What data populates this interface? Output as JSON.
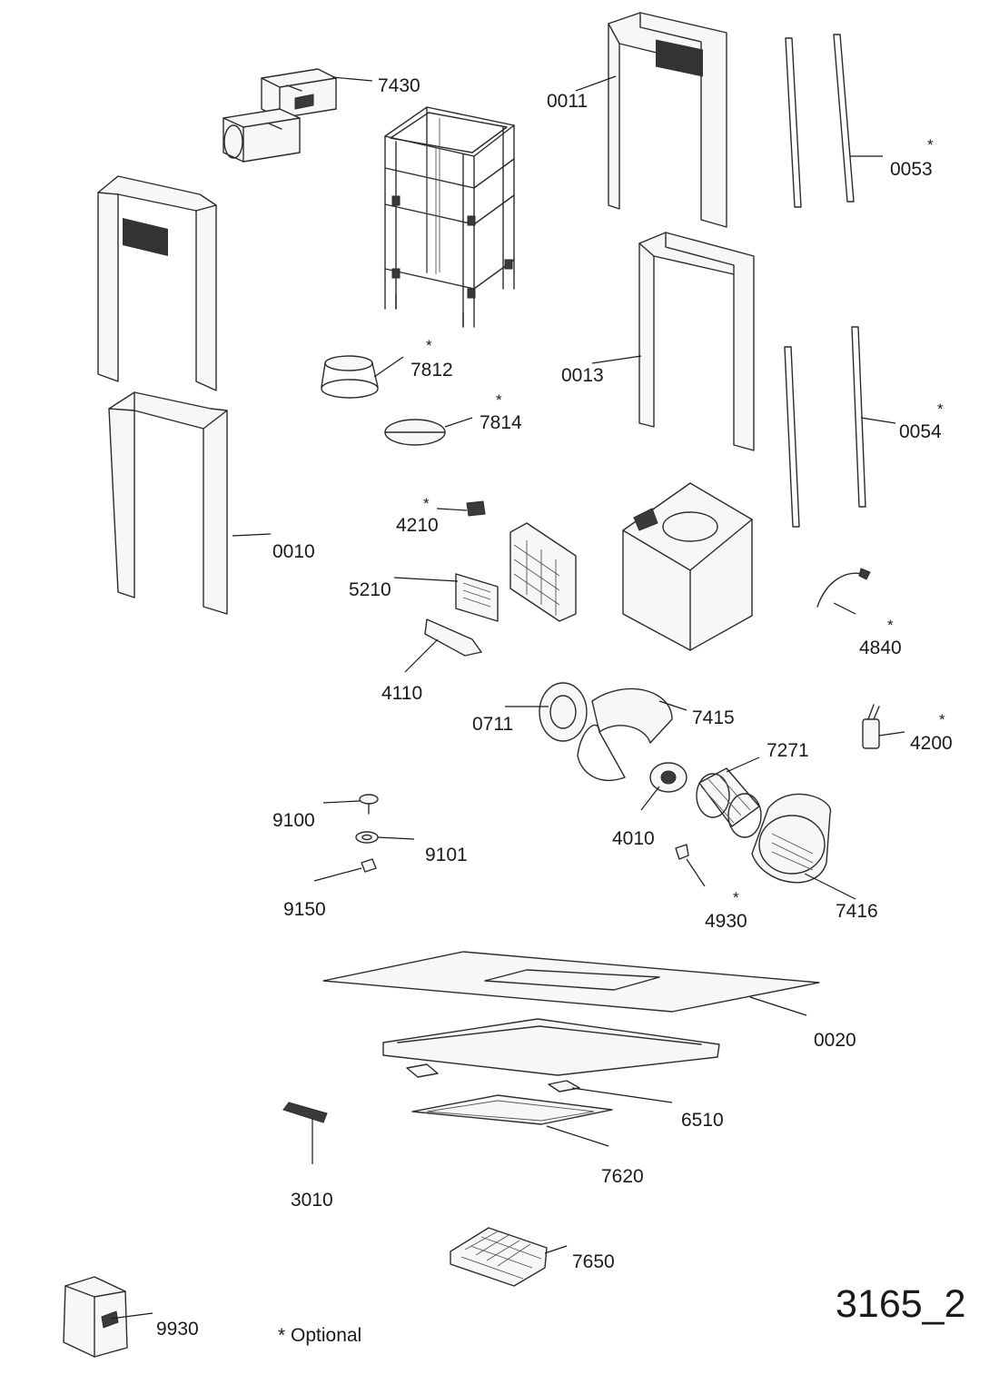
{
  "parts": [
    {
      "id": "p7430",
      "label": "7430",
      "optional": false
    },
    {
      "id": "p0011",
      "label": "0011",
      "optional": false
    },
    {
      "id": "p0053",
      "label": "0053",
      "optional": true
    },
    {
      "id": "p7812",
      "label": "7812",
      "optional": true
    },
    {
      "id": "p0013",
      "label": "0013",
      "optional": false
    },
    {
      "id": "p7814",
      "label": "7814",
      "optional": true
    },
    {
      "id": "p0054",
      "label": "0054",
      "optional": true
    },
    {
      "id": "p4210",
      "label": "4210",
      "optional": true
    },
    {
      "id": "p0010",
      "label": "0010",
      "optional": false
    },
    {
      "id": "p5210",
      "label": "5210",
      "optional": false
    },
    {
      "id": "p4840",
      "label": "4840",
      "optional": true
    },
    {
      "id": "p4110",
      "label": "4110",
      "optional": false
    },
    {
      "id": "p0711",
      "label": "0711",
      "optional": false
    },
    {
      "id": "p7415",
      "label": "7415",
      "optional": false
    },
    {
      "id": "p4200",
      "label": "4200",
      "optional": true
    },
    {
      "id": "p7271",
      "label": "7271",
      "optional": false
    },
    {
      "id": "p9100",
      "label": "9100",
      "optional": false
    },
    {
      "id": "p4010",
      "label": "4010",
      "optional": false
    },
    {
      "id": "p9101",
      "label": "9101",
      "optional": false
    },
    {
      "id": "p9150",
      "label": "9150",
      "optional": false
    },
    {
      "id": "p4930",
      "label": "4930",
      "optional": true
    },
    {
      "id": "p7416",
      "label": "7416",
      "optional": false
    },
    {
      "id": "p0020",
      "label": "0020",
      "optional": false
    },
    {
      "id": "p6510",
      "label": "6510",
      "optional": false
    },
    {
      "id": "p7620",
      "label": "7620",
      "optional": false
    },
    {
      "id": "p3010",
      "label": "3010",
      "optional": false
    },
    {
      "id": "p7650",
      "label": "7650",
      "optional": false
    },
    {
      "id": "p9930",
      "label": "9930",
      "optional": false
    }
  ],
  "optional_marker": "*",
  "footnote": "* Optional",
  "diagram_ref": "3165_2"
}
